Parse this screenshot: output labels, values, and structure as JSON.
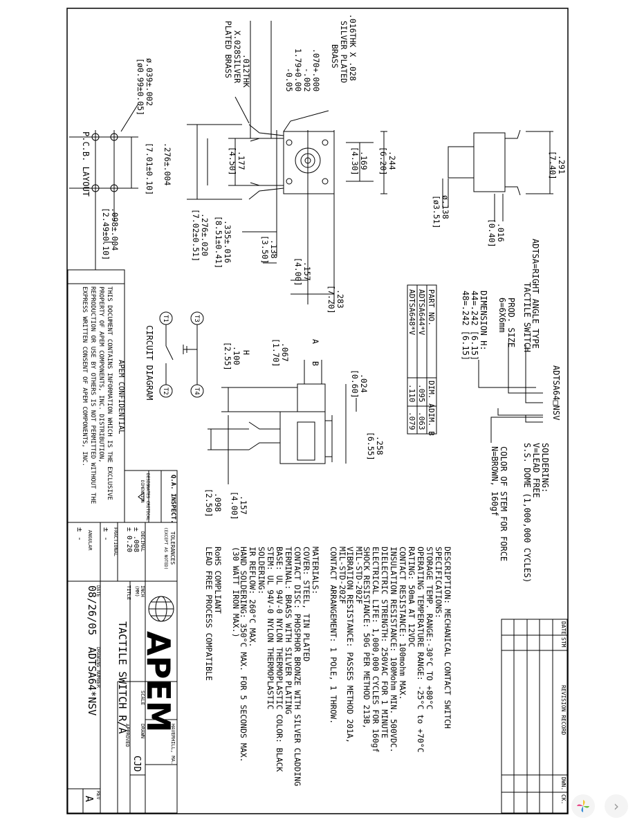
{
  "revision_record": {
    "title": "REVISION RECORD",
    "columns": [
      "DATE",
      "STM",
      "REVISION RECORD",
      "DWN.",
      "CK."
    ]
  },
  "part_number_key": {
    "code": "ADTSA64□NSV",
    "type_desc": "ADTSA=RIGHT ANGLE TYPE",
    "type_desc2": "TACTILE SWITCH",
    "prod_size": "PROD. SIZE",
    "prod_size_val": "6=6X6mm",
    "dim_h": "DIMENSION H:",
    "dim_h_44": "44=.242 [6.15]",
    "dim_h_48": "48=.242 [6.15]",
    "soldering": "SOLDERING:",
    "soldering_val": "V=LEAD FREE",
    "dome": "S.S. DOME (1,000,000 CYCLES)",
    "stem_color": "COLOR OF STEM FOR FORCE",
    "stem_color_val": "N=BROWN, 160gf"
  },
  "parts_table": {
    "headers": [
      "PART NO.",
      "DIM. A",
      "DIM. B"
    ],
    "rows": [
      [
        "ADTSA644*V",
        ".095",
        ".063"
      ],
      [
        "ADTSA648*V",
        ".110",
        ".079"
      ]
    ]
  },
  "specifications": [
    "DESCRIPTION: MECHANICAL CONTACT SWITCH",
    "SPECIFICATIONS:",
    "STORAGE TEMP. RANGE:-30°C TO +80°C",
    "OPERATING TEMPERATURE RANGE: -25°C to +70°C",
    "RATING: 50mA AT 12VDC",
    "CONTACT RESISTANCE: 100mohm MAX.",
    "INSULATION RESISTANCE: 100Mohm MIN. 500VDC.",
    "DIELECTRIC STRENGTH: 250VAC FOR 1 MINUTE",
    "ELECTRICAL LIFE: 1,000,000 CYCLES FOR 160gf",
    "SHOCK RESISTANCE: 50G PER METHOD 213B,",
    "    MIL-STD-202F",
    "VIBRATION RESISTANCE: PASSES METHOD 201A,",
    "    MIL-STD-202F",
    "CONTACT ARRANGEMENT: 1 POLE, 1 THROW.",
    "",
    "MATERIALS:",
    "COVER: STEEL, TIN PLATED",
    "CONTACT DISC: PHOSPHOR BRONZE WITH SILVER CLADDING",
    "TERMINAL: BRASS WITH SILVER PLATING",
    "BASE: UL 94V-0 NYLON THERMOPLASTIC COLOR: BLACK",
    "STEM: UL 94V-0 NYLON THERMOPLASTIC",
    "SOLDERING:",
    "IR REFLOW: 260°C MAX.",
    "HAND SOLDERING: 350°C MAX. FOR 5 SECONDS MAX.",
    "    (30 WATT IRON MAX.)",
    "",
    "RoHS COMPLIANT",
    "LEAD FREE PROCESS COMPATIBLE"
  ],
  "dims": {
    "d_291": ".291",
    "d_740": "[7.40]",
    "d_016": ".016",
    "d_040": "[0.40]",
    "d_138dia": "ø.138",
    "d_351": "[ø3.51]",
    "d_244": ".244",
    "d_620": "[6.20]",
    "d_169": ".169",
    "d_430": "[4.30]",
    "d_177": ".177",
    "d_450": "[4.50]",
    "d_283": ".283",
    "d_720": "[7.20]",
    "d_157": ".157",
    "d_400": "[4.00]",
    "d_138": ".138",
    "d_350": "[3.50]",
    "d_335": ".335±.016",
    "d_851": "[8.51±0.41]",
    "d_276": ".276±.020",
    "d_702": "[7.02±0.51]",
    "term_a": ".016THK X .028",
    "term_a2": "SILVER PLATED",
    "term_a3": "BRASS",
    "term_b": ".012THK",
    "term_b2": "X.028SILVER",
    "term_b3": "PLATED BRASS",
    "tol_070": ".070+.000",
    "tol_070b": "-.002",
    "tol_179": "1.79+0.00",
    "tol_179b": "-0.05",
    "pcb_hole": "ø.039±.002",
    "pcb_hole_mm": "[ø0.99±0.05]",
    "pcb_276": ".276±.004",
    "pcb_701": "[7.01±0.10]",
    "pcb_098": ".098±.004",
    "pcb_249": "[2.49±0.10]",
    "pcb_title": "P.C.B. LAYOUT",
    "side_a": "A",
    "side_b": "B",
    "side_h": "H",
    "side_024": ".024",
    "side_060": "[0.60]",
    "side_067": ".067",
    "side_170": "[1.70]",
    "side_100": ".100",
    "side_255": "[2.55]",
    "side_258": ".258",
    "side_655": "[6.55]",
    "side_157": ".157",
    "side_400": "[4.00]",
    "side_098": ".098",
    "side_250": "[2.50]"
  },
  "circuit": {
    "title": "CIRCUIT DIAGRAM",
    "t1": "T1",
    "t2": "T2",
    "t3": "T3",
    "t4": "T4"
  },
  "confidential": {
    "title": "APEM CONFIDENTIAL",
    "lines": [
      "THIS DOCUMENT CONTAINS INFORMATION WHICH IS THE EXCLUSIVE",
      "PROPERTY OF APEM COMPONENTS, INC. DISTRIBUTION,",
      "REPRODUCTION OR USE BY OTHERS IS NOT PERMITTED WITHOUT THE",
      "EXPRESS WRITTEN CONSENT OF APEM COMPONENTS, INC."
    ],
    "qa": "Q.A. INSPECT.",
    "critical": "DESIGNATES CRITICAL",
    "critical2": "DIMENSION"
  },
  "title_block": {
    "tol_title": "TOLERANCES",
    "tol_sub": "(EXCEPT AS NOTED)",
    "decimal": "DECIMAL",
    "decimal_val1": "± .008",
    "decimal_val2": "± 0.20",
    "fractional": "FRACTIONAL",
    "fractional_val": "±  -",
    "angular": "ANGULAR",
    "angular_val": "±  -",
    "inch": "INCH",
    "mm": "(MM)",
    "title_label": "TITLE",
    "title": "TACTILE SWITCH R/A",
    "date_label": "DATE",
    "date": "08/26/05",
    "dwg_label": "DRAWING NUMBER",
    "dwg": "ADTSA64*NSV",
    "rev_label": "REV",
    "rev": "A",
    "scale_label": "SCALE",
    "drawn_label": "DRAWN",
    "drawn": "CJD",
    "approved_label": "APPROVED",
    "company": "APEM",
    "location": "HAVERHILL, MA."
  },
  "colors": {
    "ink": "#000000",
    "paper": "#ffffff",
    "viewer_bg": "#f4f4f4"
  },
  "viewer": {
    "next_icon": "›"
  }
}
